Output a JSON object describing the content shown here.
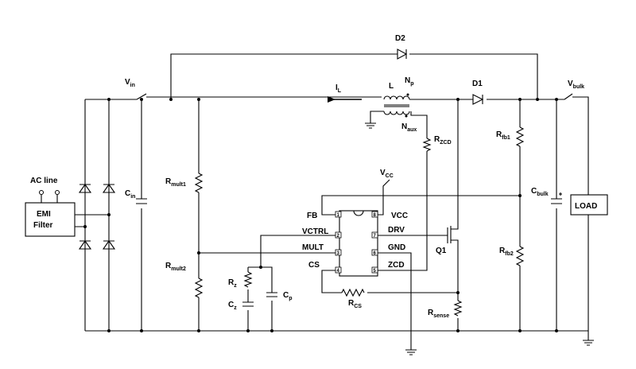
{
  "labels": {
    "d2": "D2",
    "vin_main": "V",
    "vin_sub": "in",
    "il_main": "I",
    "il_sub": "L",
    "l": "L",
    "np_main": "N",
    "np_sub": "p",
    "naux_main": "N",
    "naux_sub": "aux",
    "d1": "D1",
    "vbulk_main": "V",
    "vbulk_sub": "bulk",
    "rzcd_main": "R",
    "rzcd_sub": "ZCD",
    "rfb1_main": "R",
    "rfb1_sub": "fb1",
    "ac_line": "AC line",
    "emi_line1": "EMI",
    "emi_line2": "Filter",
    "cin_main": "C",
    "cin_sub": "in",
    "rmult1_main": "R",
    "rmult1_sub": "mult1",
    "vcc_top_main": "V",
    "vcc_top_sub": "CC",
    "cbulk_main": "C",
    "cbulk_sub": "bulk",
    "load": "LOAD",
    "rfb2_main": "R",
    "rfb2_sub": "fb2",
    "rmult2_main": "R",
    "rmult2_sub": "mult2",
    "rz_main": "R",
    "rz_sub": "z",
    "cz_main": "C",
    "cz_sub": "z",
    "cp_main": "C",
    "cp_sub": "p",
    "rcs_main": "R",
    "rcs_sub": "CS",
    "rsense_main": "R",
    "rsense_sub": "sense",
    "q1": "Q1"
  },
  "ic": {
    "left_pins": [
      "FB",
      "VCTRL",
      "MULT",
      "CS"
    ],
    "right_pins": [
      "VCC",
      "DRV",
      "GND",
      "ZCD"
    ],
    "left_numbers": [
      "1",
      "2",
      "3",
      "4"
    ],
    "right_numbers": [
      "8",
      "7",
      "6",
      "5"
    ]
  }
}
